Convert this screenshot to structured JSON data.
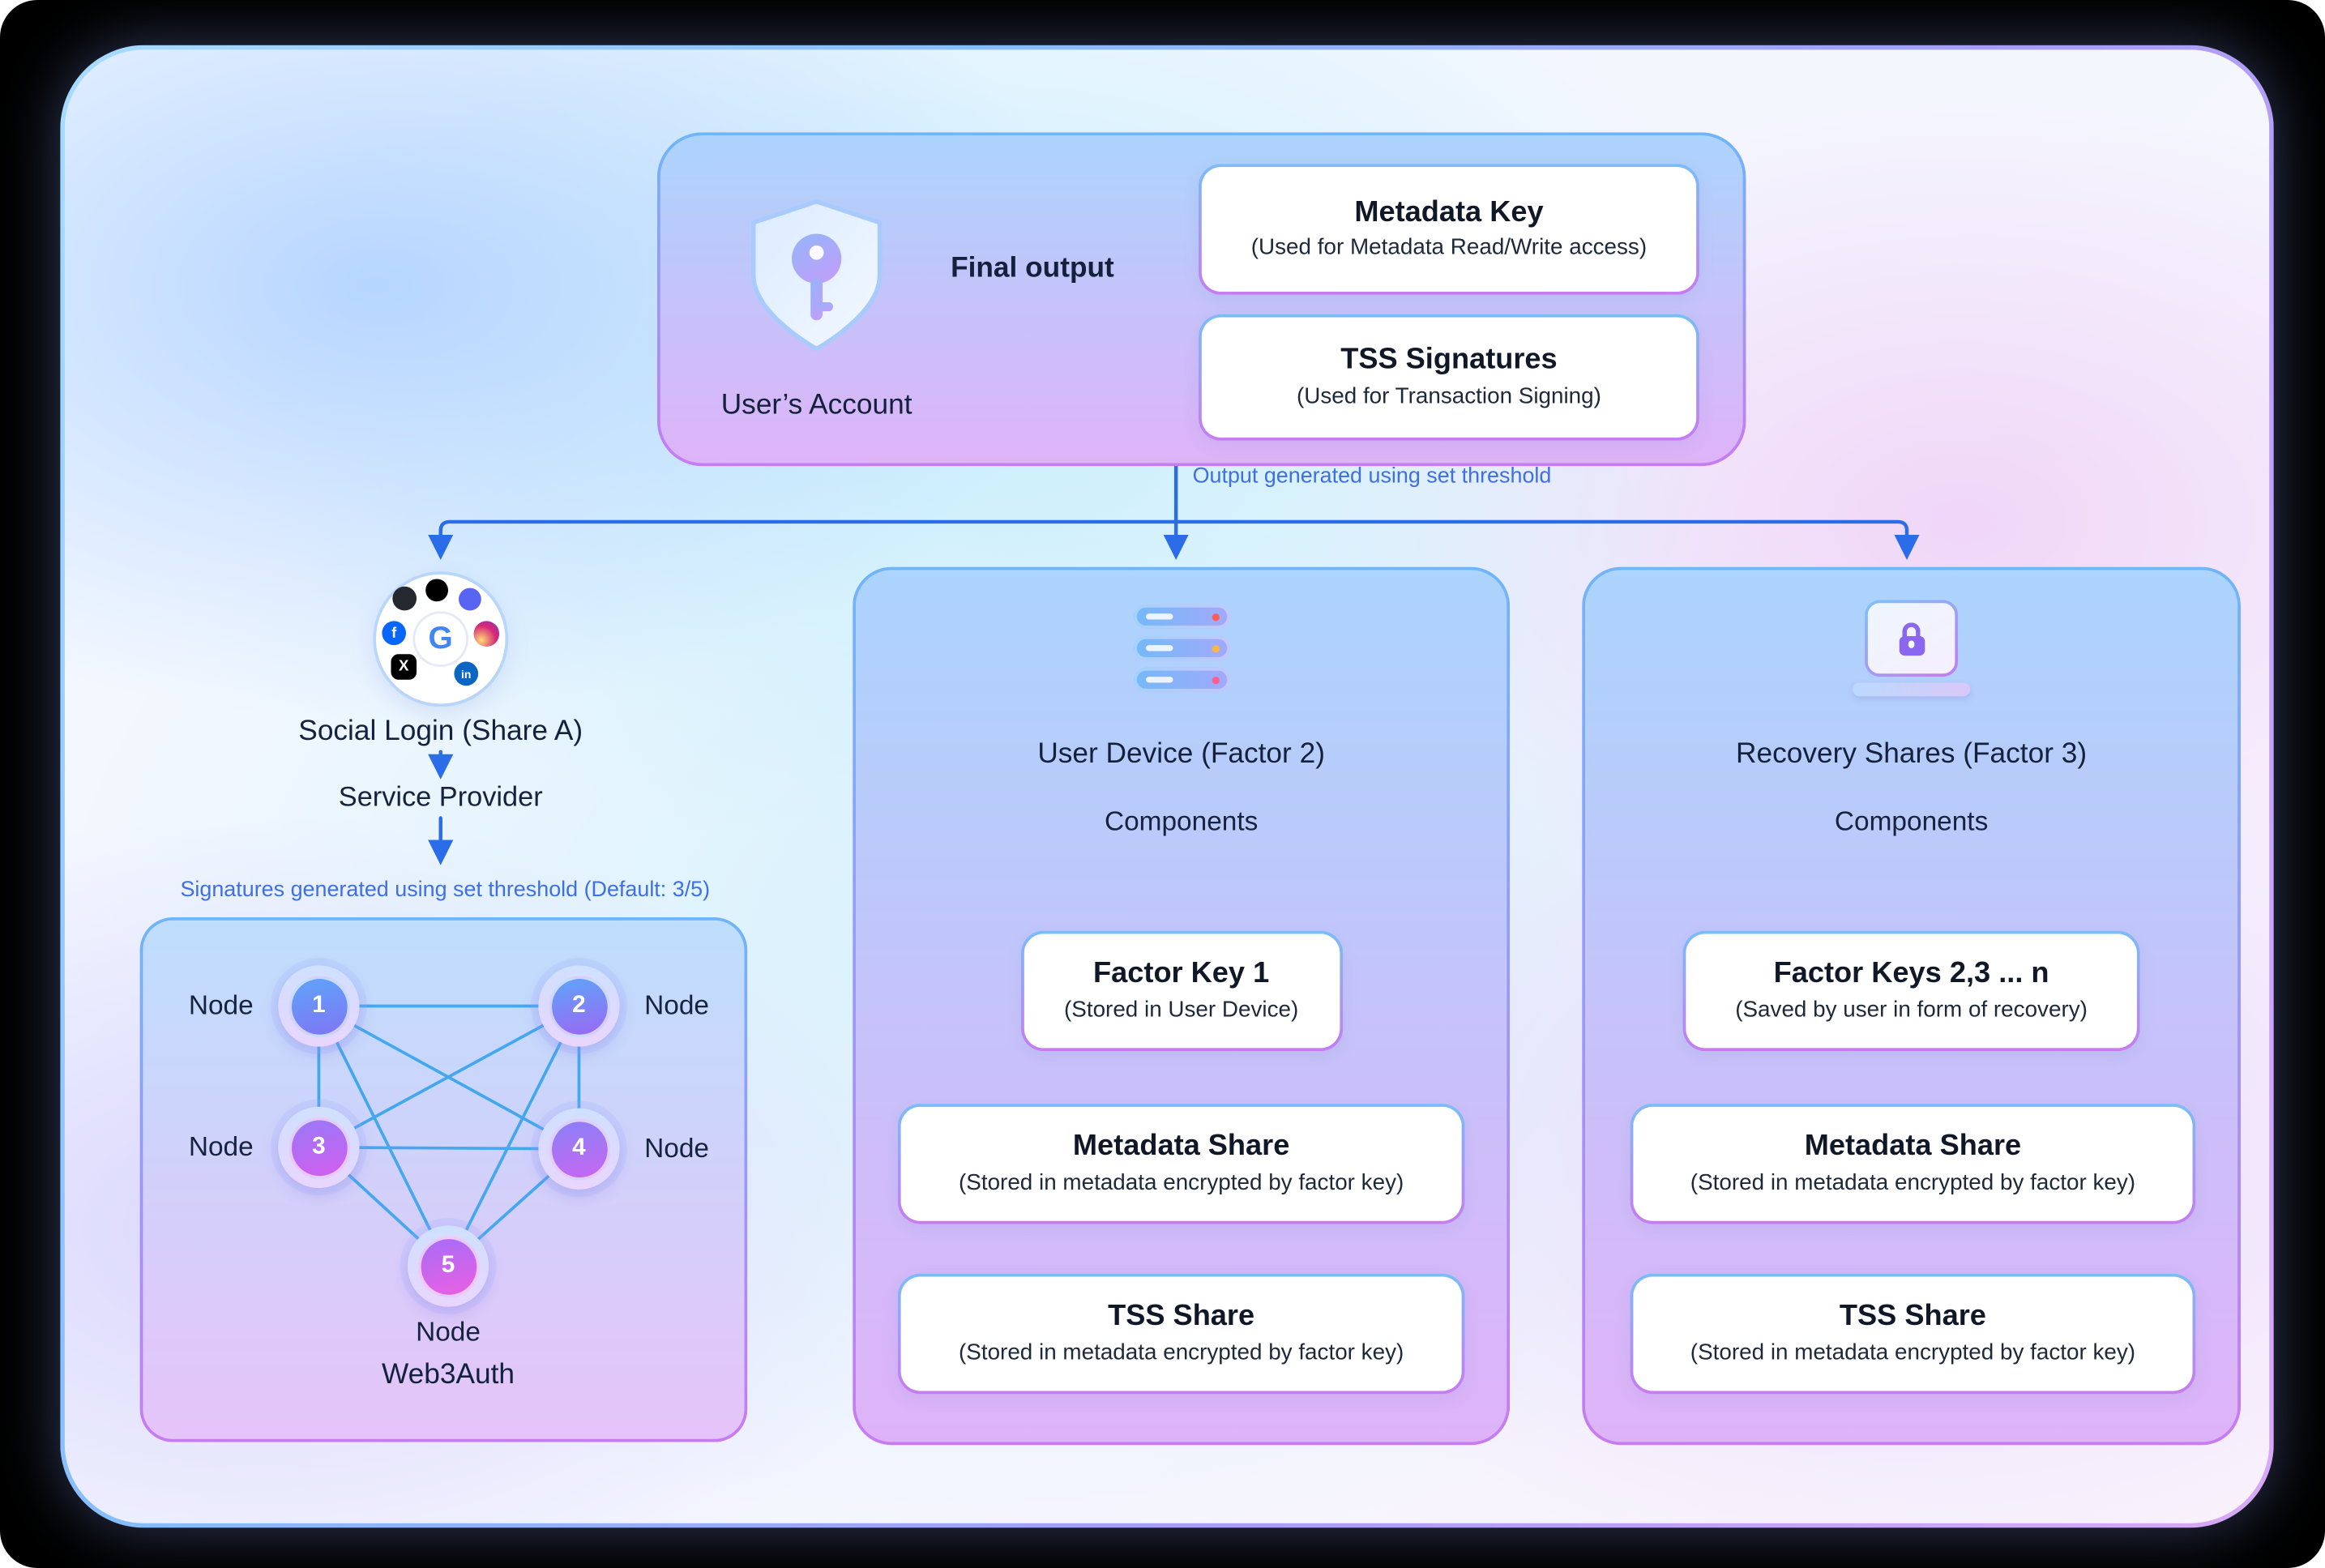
{
  "account": {
    "label": "User’s Account",
    "final_output_label": "Final output",
    "metadata_key": {
      "title": "Metadata Key",
      "subtitle": "(Used for Metadata Read/Write access)"
    },
    "tss_signatures": {
      "title": "TSS Signatures",
      "subtitle": "(Used for Transaction Signing)"
    }
  },
  "threshold_note": "Output generated using set threshold",
  "social": {
    "title": "Social Login (Share A)",
    "provider_label": "Service Provider",
    "signature_note": "Signatures generated using set threshold (Default: 3/5)",
    "network": {
      "node_label": "Node",
      "node_numbers": [
        "1",
        "2",
        "3",
        "4",
        "5"
      ],
      "name": "Web3Auth"
    }
  },
  "user_device": {
    "title": "User Device (Factor 2)",
    "components_label": "Components",
    "cards": [
      {
        "title": "Factor Key 1",
        "subtitle": "(Stored in User Device)"
      },
      {
        "title": "Metadata Share",
        "subtitle": "(Stored in metadata encrypted by factor key)"
      },
      {
        "title": "TSS Share",
        "subtitle": "(Stored in metadata encrypted by factor key)"
      }
    ]
  },
  "recovery": {
    "title": "Recovery Shares (Factor 3)",
    "components_label": "Components",
    "cards": [
      {
        "title": "Factor Keys 2,3 ... n",
        "subtitle": "(Saved by user in form of recovery)"
      },
      {
        "title": "Metadata Share",
        "subtitle": "(Stored in metadata encrypted by factor key)"
      },
      {
        "title": "TSS Share",
        "subtitle": "(Stored in metadata encrypted by factor key)"
      }
    ]
  },
  "icons": {
    "google_letter": "G",
    "x_letter": "X",
    "facebook_letter": "f",
    "linkedin_letters": "in"
  },
  "colors": {
    "connector_blue": "#2B6CE8",
    "note_blue": "#3E6FE3",
    "ink": "#101828",
    "border_top": "#6FB5F9",
    "border_bottom": "#C77BF2"
  }
}
